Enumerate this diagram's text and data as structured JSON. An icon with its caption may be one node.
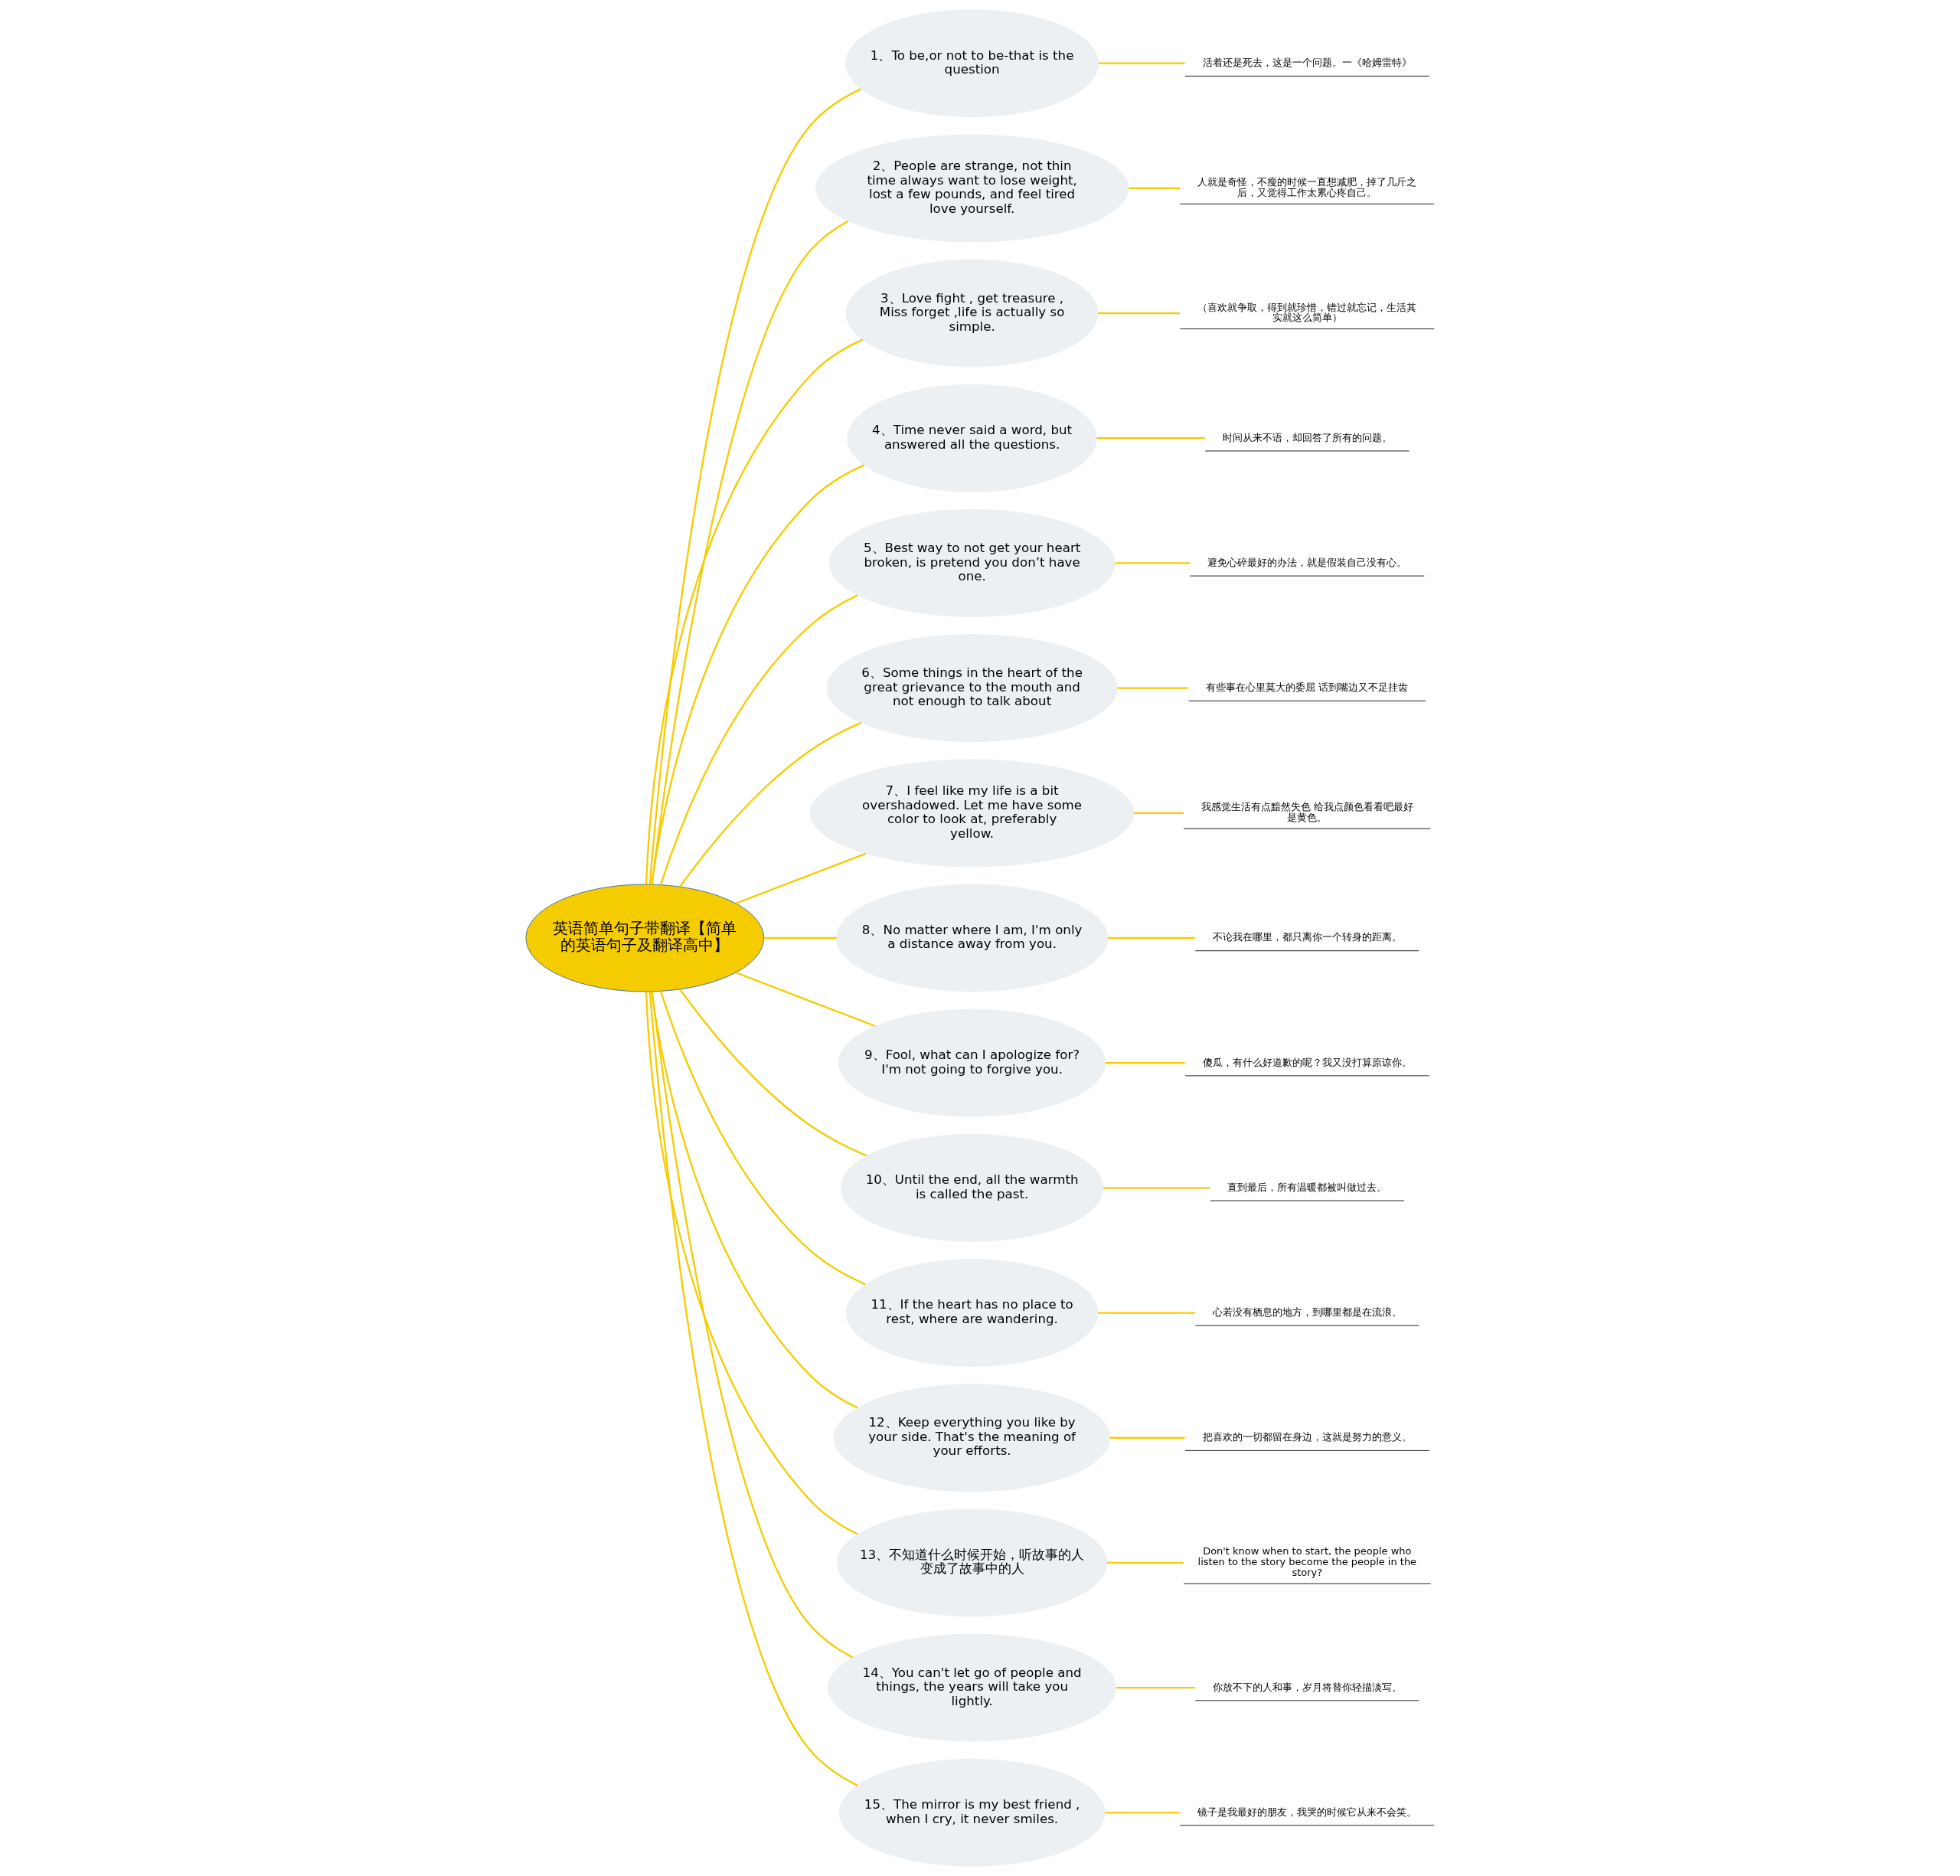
{
  "diagram": {
    "nodes": [
      {
        "text": [
          "英语简单句子带翻译【简单的英语句子及翻译高中】"
        ]
      },
      {
        "text": [
          "1、To be,or not to be-that is the question"
        ]
      },
      {
        "text": [
          "活着还是死去，这是一个问题。一《哈姆雷特》"
        ]
      },
      {
        "text": [
          "2、People are strange, not thin time always want to lose weight, lost a few pounds, and feel tired love yourself."
        ]
      },
      {
        "text": [
          "人就是奇怪，不瘦的时候一直想减肥，掉了几斤之后，又觉得工作太累心疼自己。"
        ]
      },
      {
        "text": [
          "3、Love fight , get treasure , Miss forget ,life is actually so simple."
        ]
      },
      {
        "text": [
          "（喜欢就争取，得到就珍惜，错过就忘记，生活其实就这么简单）"
        ]
      },
      {
        "text": [
          "4、Time never said a word, but answered all the questions."
        ]
      },
      {
        "text": [
          "时间从来不语，却回答了所有的问题。"
        ]
      },
      {
        "text": [
          "5、Best way to not get your heart broken, is pretend you don’t have one."
        ]
      },
      {
        "text": [
          "避免心碎最好的办法，就是假装自己没有心。"
        ]
      },
      {
        "text": [
          "6、Some things in the heart of the great grievance to the mouth and not enough to talk about"
        ]
      },
      {
        "text": [
          "有些事在心里莫大的委屈 话到嘴边又不足挂齿"
        ]
      },
      {
        "text": [
          "7、I feel like my life is a bit overshadowed. Let me have some color to look at, preferably yellow."
        ]
      },
      {
        "text": [
          "我感觉生活有点黯然失色 给我点颜色看看吧最好是黄色。"
        ]
      },
      {
        "text": [
          "8、No matter where I am, I'm only a distance away from you."
        ]
      },
      {
        "text": [
          "不论我在哪里，都只离你一个转身的距离。"
        ]
      },
      {
        "text": [
          "9、Fool, what can I apologize for? I'm not going to forgive you."
        ]
      },
      {
        "text": [
          "傻瓜，有什么好道歉的呢？我又没打算原谅你。"
        ]
      },
      {
        "text": [
          "10、Until the end, all the warmth is called the past."
        ]
      },
      {
        "text": [
          "直到最后，所有温暖都被叫做过去。"
        ]
      },
      {
        "text": [
          "11、If the heart has no place to rest, where are wandering."
        ]
      },
      {
        "text": [
          "心若没有栖息的地方，到哪里都是在流浪。"
        ]
      },
      {
        "text": [
          "12、Keep everything you like by your side. That's the meaning of your efforts."
        ]
      },
      {
        "text": [
          "把喜欢的一切都留在身边，这就是努力的意义。"
        ]
      },
      {
        "text": [
          "13、不知道什么时候开始，听故事的人变成了故事中的人"
        ]
      },
      {
        "text": [
          "Don't know when to start, the people who listen to the story become the people in the story?"
        ]
      },
      {
        "text": [
          "14、You can't let go of people and things, the years will take you lightly."
        ]
      },
      {
        "text": [
          "你放不下的人和事，岁月将替你轻描淡写。"
        ]
      },
      {
        "text": [
          "15、The mirror is my best friend , when I cry, it never smiles."
        ]
      },
      {
        "text": [
          "镜子是我最好的朋友，我哭的时候它从来不会笑。"
        ]
      }
    ],
    "edges": [
      {
        "from": 0,
        "to": 1,
        "arrow": "none"
      },
      {
        "from": 1,
        "to": 2,
        "arrow": "none"
      },
      {
        "from": 0,
        "to": 3,
        "arrow": "none"
      },
      {
        "from": 3,
        "to": 4,
        "arrow": "none"
      },
      {
        "from": 0,
        "to": 5,
        "arrow": "none"
      },
      {
        "from": 5,
        "to": 6,
        "arrow": "none"
      },
      {
        "from": 0,
        "to": 7,
        "arrow": "none"
      },
      {
        "from": 7,
        "to": 8,
        "arrow": "none"
      },
      {
        "from": 0,
        "to": 9,
        "arrow": "none"
      },
      {
        "from": 9,
        "to": 10,
        "arrow": "none"
      },
      {
        "from": 0,
        "to": 11,
        "arrow": "none"
      },
      {
        "from": 11,
        "to": 12,
        "arrow": "none"
      },
      {
        "from": 0,
        "to": 13,
        "arrow": "none"
      },
      {
        "from": 13,
        "to": 14,
        "arrow": "none"
      },
      {
        "from": 0,
        "to": 15,
        "arrow": "none"
      },
      {
        "from": 15,
        "to": 16,
        "arrow": "none"
      },
      {
        "from": 0,
        "to": 17,
        "arrow": "none"
      },
      {
        "from": 17,
        "to": 18,
        "arrow": "none"
      },
      {
        "from": 0,
        "to": 19,
        "arrow": "none"
      },
      {
        "from": 19,
        "to": 20,
        "arrow": "none"
      },
      {
        "from": 0,
        "to": 21,
        "arrow": "none"
      },
      {
        "from": 21,
        "to": 22,
        "arrow": "none"
      },
      {
        "from": 0,
        "to": 23,
        "arrow": "none"
      },
      {
        "from": 23,
        "to": 24,
        "arrow": "none"
      },
      {
        "from": 0,
        "to": 25,
        "arrow": "none"
      },
      {
        "from": 25,
        "to": 26,
        "arrow": "none"
      },
      {
        "from": 0,
        "to": 27,
        "arrow": "none"
      },
      {
        "from": 27,
        "to": 28,
        "arrow": "none"
      },
      {
        "from": 0,
        "to": 29,
        "arrow": "none"
      },
      {
        "from": 29,
        "to": 30,
        "arrow": "none"
      }
    ]
  }
}
